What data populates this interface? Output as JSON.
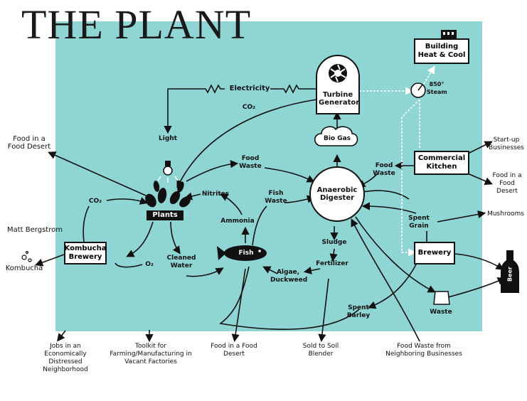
{
  "title": "THE PLANT",
  "nodes": {
    "turbine": "Turbine Generator",
    "biogas": "Bio Gas",
    "digester": "Anaerobic Digester",
    "plants": "Plants",
    "fish": "Fish",
    "kombucha_brewery": "Kombucha Brewery",
    "brewery": "Brewery",
    "commercial_kitchen": "Commercial Kitchen",
    "building": "Building Heat & Cool",
    "beer": "Beer"
  },
  "flows": {
    "electricity": "Electricity",
    "co2_top": "CO₂",
    "light": "Light",
    "food_waste": "Food Waste",
    "food_waste_kitchen": "Food Waste",
    "nitrites": "Nitrites",
    "ammonia": "Ammonia",
    "fish_waste": "Fish Waste",
    "co2_left": "CO₂",
    "o2": "O₂",
    "cleaned_water": "Cleaned Water",
    "sludge": "Sludge",
    "fertilizer": "Fertilizer",
    "algae": "Algae, Duckweed",
    "spent_barley": "Spent Barley",
    "spent_grain": "Spent Grain",
    "steam": "850° Steam",
    "waste": "Waste"
  },
  "outputs": {
    "food_desert_top": "Food in a Food Desert",
    "matt": "Matt Bergstrom",
    "kombucha": "Kombucha",
    "startup": "Start-up Businesses",
    "food_desert_right": "Food in a Food Desert",
    "mushrooms": "Mushrooms"
  },
  "footer": {
    "jobs": "Jobs in an Economically Distressed Neighborhood",
    "toolkit": "Toolkit for Farming/Manufacturing in Vacant Factories",
    "food_desert": "Food in a Food Desert",
    "sold": "Sold to Soil Blender",
    "food_waste_neighbors": "Food Waste from Neighboring Businesses"
  },
  "colors": {
    "panel": "#8fd5d3",
    "ink": "#111111",
    "steam_line": "#ffffff"
  }
}
